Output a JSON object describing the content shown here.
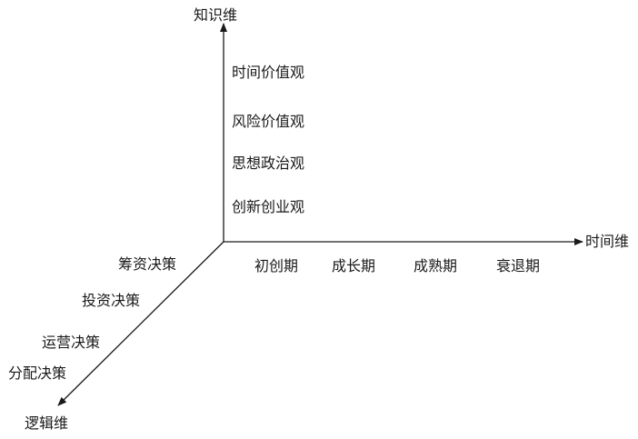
{
  "axes": {
    "knowledge": {
      "title": "知识维",
      "items": [
        "时间价值观",
        "风险价值观",
        "思想政治观",
        "创新创业观"
      ]
    },
    "time": {
      "title": "时间维",
      "items": [
        "初创期",
        "成长期",
        "成熟期",
        "衰退期"
      ]
    },
    "logic": {
      "title": "逻辑维",
      "items": [
        "筹资决策",
        "投资决策",
        "运营决策",
        "分配决策"
      ]
    }
  },
  "colors": {
    "line": "#1a1a1a",
    "text": "#1a1a1a",
    "background": "#ffffff"
  }
}
